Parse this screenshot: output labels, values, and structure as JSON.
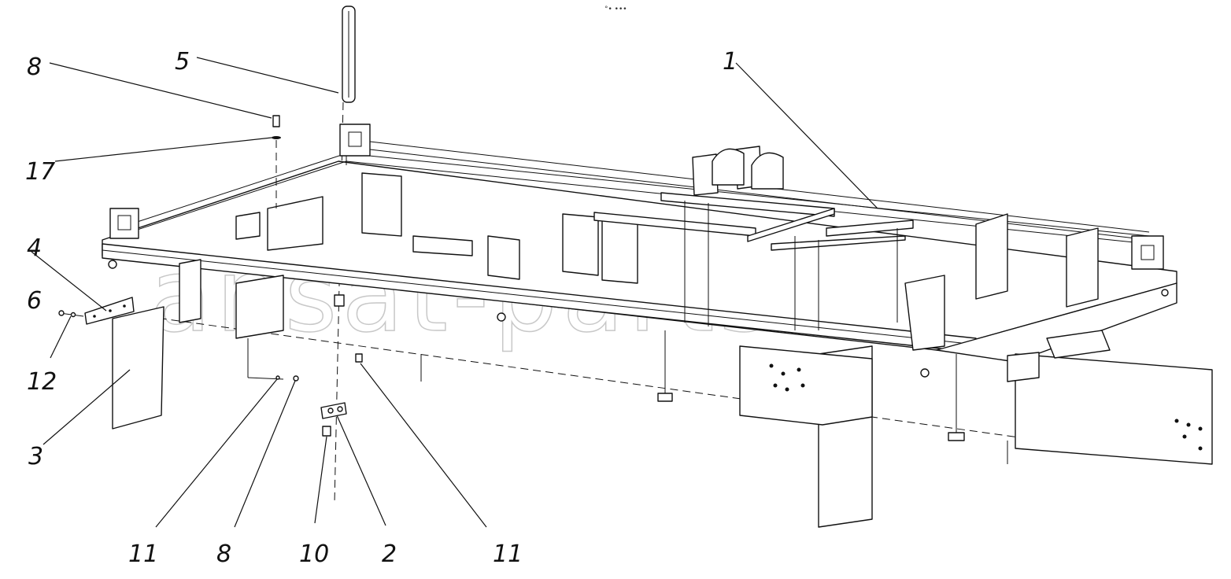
{
  "watermark": "ansat-parts.ru",
  "top_mark": "°• •••",
  "callouts": {
    "c1": "1",
    "c2": "2",
    "c3": "3",
    "c4": "4",
    "c5": "5",
    "c6": "6",
    "c8_top": "8",
    "c8_bottom": "8",
    "c10": "10",
    "c11_left": "11",
    "c11_right": "11",
    "c12": "12",
    "c17": "17"
  }
}
